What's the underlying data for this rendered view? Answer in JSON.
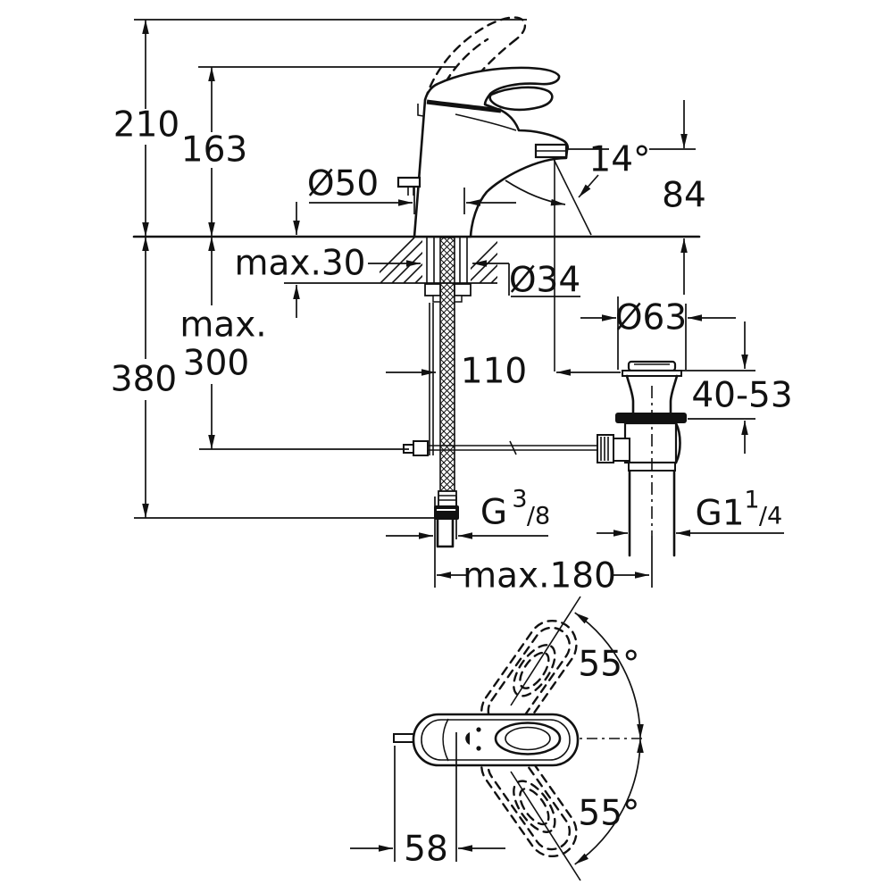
{
  "meta": {
    "kind": "technical dimensional drawing",
    "units": "mm",
    "subject": "single-lever basin mixer with pop-up waste, side elevation and plan view"
  },
  "colors": {
    "ink": "#111111",
    "paper": "#ffffff"
  },
  "side_view": {
    "height_handle_raised": "210",
    "height_handle_closed": "163",
    "base_diameter": "Ø50",
    "spout_stream_angle": "14°",
    "spout_outlet_height": "84",
    "deck_thickness_max": "max.30",
    "mounting_hole_diameter": "Ø34",
    "below_deck_clearance_line1": "max.",
    "below_deck_clearance_line2": "300",
    "below_deck_depth": "380",
    "spout_reach": "110",
    "waste_flange_diameter": "Ø63",
    "waste_deck_range": "40-53",
    "supply_thread_main": "G",
    "supply_thread_sup": "3",
    "supply_thread_sub": "/8",
    "waste_thread_main": "G1",
    "waste_thread_sup": "1",
    "waste_thread_sub": "/4",
    "hose_to_waste_max": "max.180"
  },
  "plan_view": {
    "handle_swing_upper": "55°",
    "handle_swing_lower": "55°",
    "handle_center_offset": "58"
  }
}
